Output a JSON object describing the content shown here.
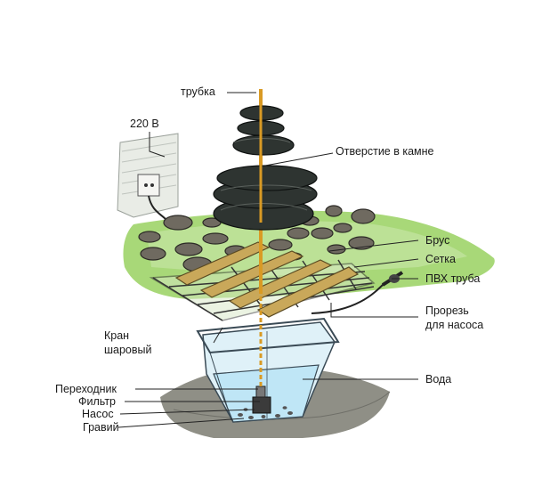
{
  "labels": {
    "tube": "трубка",
    "voltage": "220 В",
    "stone_hole": "Отверстие в камне",
    "beam": "Брус",
    "mesh": "Сетка",
    "pvc_pipe": "ПВХ труба",
    "pump_slot_line1": "Прорезь",
    "pump_slot_line2": "для насоса",
    "ball_valve_line1": "Кран",
    "ball_valve_line2": "шаровый",
    "water": "Вода",
    "adapter": "Переходник",
    "filter": "Фильтр",
    "pump": "Насос",
    "gravel": "Гравий"
  },
  "colors": {
    "grass": "#a8d878",
    "grass_light": "#cfeab0",
    "soil": "#8f8f86",
    "stone": "#2e3431",
    "pebble": "#6f6a60",
    "beam": "#c9a85a",
    "mesh": "#333333",
    "tube": "#d99a24",
    "water": "#bfe6f6",
    "container": "#3a4a55"
  }
}
